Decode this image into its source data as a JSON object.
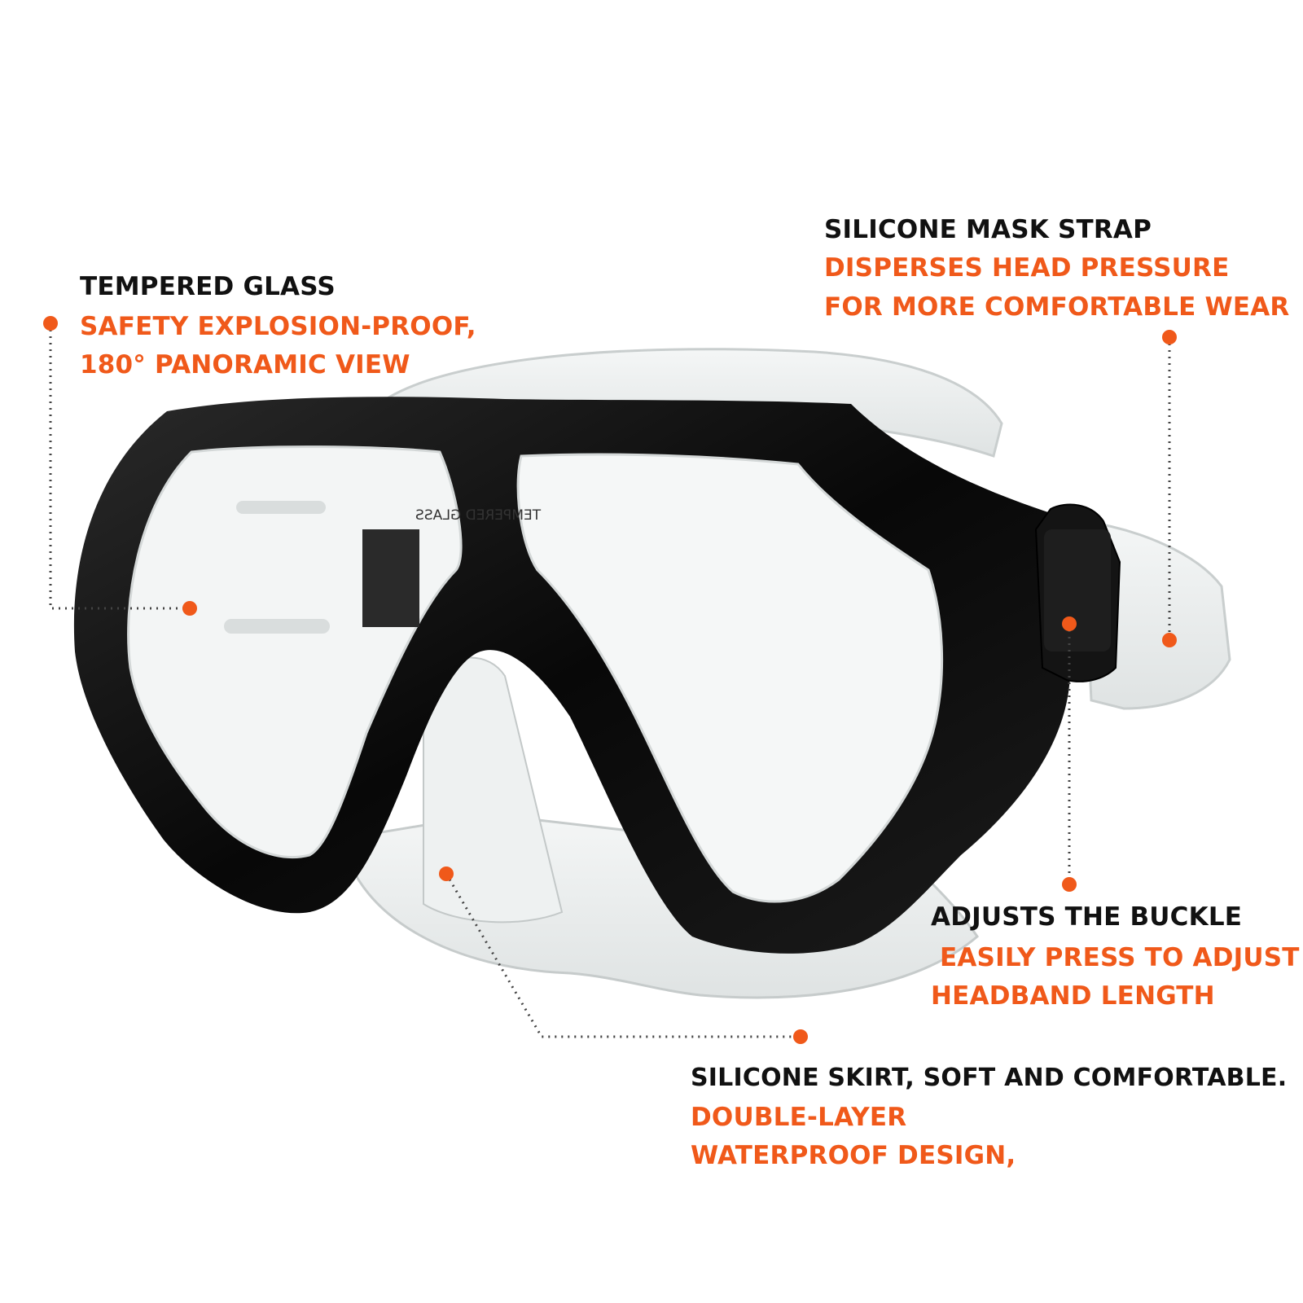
{
  "colors": {
    "accent": "#f0591a",
    "title_text": "#111111",
    "frame": "#0b0b0b",
    "clear_silicone": "#e9ecec"
  },
  "lens_imprint": "TEMPERED GLASS",
  "callouts": {
    "tempered_glass": {
      "title": "TEMPERED GLASS",
      "line1": "SAFETY EXPLOSION-PROOF,",
      "line2": "180° PANORAMIC VIEW"
    },
    "mask_strap": {
      "title": "SILICONE MASK STRAP",
      "line1": "DISPERSES HEAD PRESSURE",
      "line2": "FOR MORE COMFORTABLE WEAR"
    },
    "buckle": {
      "title": "ADJUSTS THE BUCKLE",
      "line1": " EASILY PRESS TO ADJUST",
      "line2": "HEADBAND LENGTH"
    },
    "skirt": {
      "title": "SILICONE SKIRT, SOFT AND COMFORTABLE.",
      "line1": "DOUBLE-LAYER",
      "line2": "WATERPROOF DESIGN,"
    }
  }
}
